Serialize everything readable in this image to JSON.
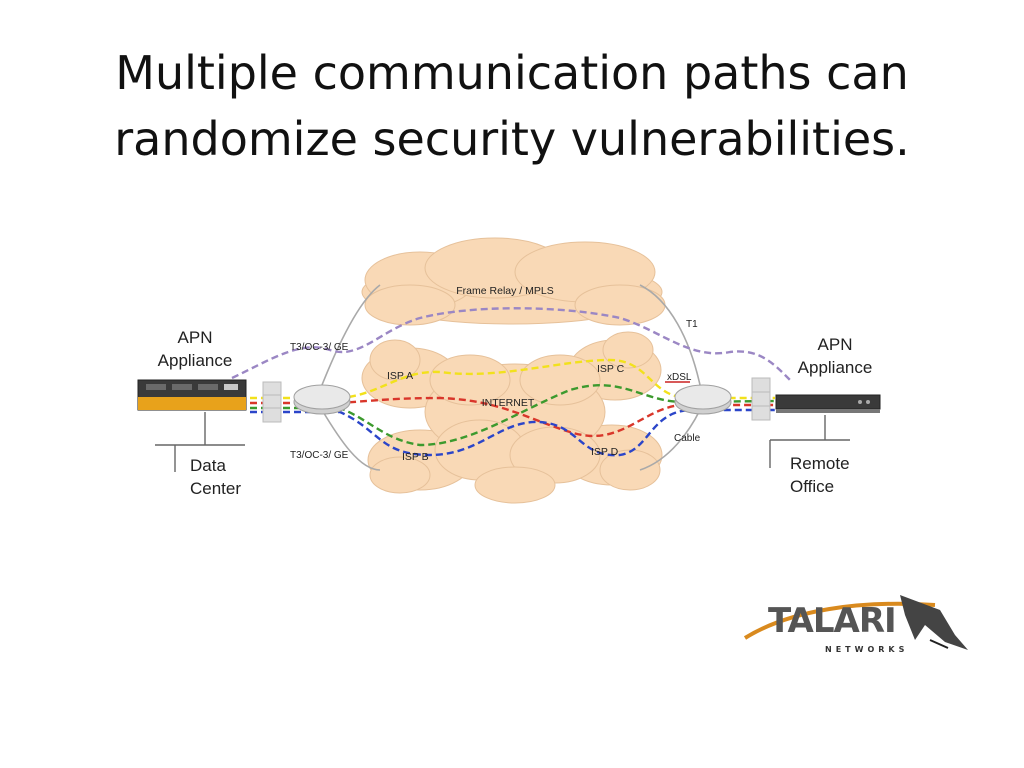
{
  "title": {
    "line1": "Multiple communication paths can",
    "line2": "randomize security vulnerabilities."
  },
  "diagram": {
    "left_site": {
      "device": "APN Appliance",
      "device_line1": "APN",
      "device_line2": "Appliance",
      "location_line1": "Data",
      "location_line2": "Center"
    },
    "right_site": {
      "device": "APN Appliance",
      "device_line1": "APN",
      "device_line2": "Appliance",
      "location_line1": "Remote",
      "location_line2": "Office"
    },
    "clouds": {
      "top": "Frame Relay / MPLS",
      "internet": "INTERNET",
      "isp_a": "ISP A",
      "isp_b": "ISP B",
      "isp_c": "ISP C",
      "isp_d": "ISP D"
    },
    "links": {
      "left_upper": "T3/OC-3/ GE",
      "left_lower": "T3/OC-3/ GE",
      "t1": "T1",
      "xdsl": "xDSL",
      "cable": "Cable"
    },
    "path_colors": {
      "frame_relay": "#9b87c4",
      "yellow": "#f2e11c",
      "red": "#d9362a",
      "green": "#3c9a2e",
      "blue": "#2b45c9"
    },
    "cloud_color": "#f9d9b6"
  },
  "logo": {
    "brand": "TALARI",
    "sub": "NETWORKS"
  }
}
